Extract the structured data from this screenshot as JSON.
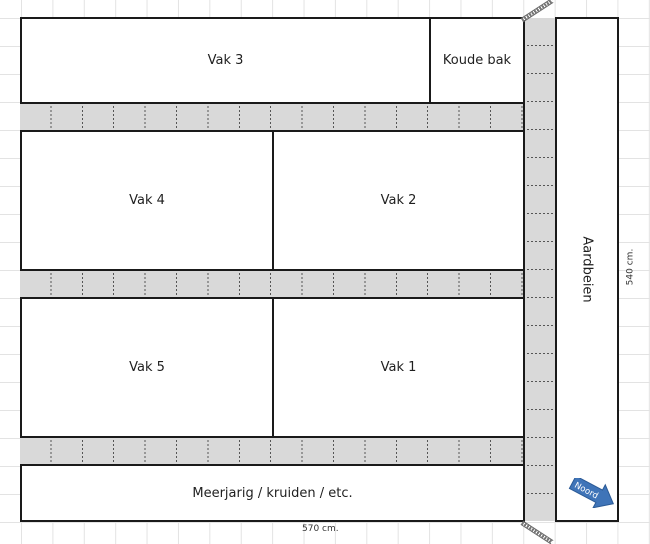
{
  "diagram": {
    "type": "garden-layout",
    "beds": [
      {
        "id": "vak3",
        "label": "Vak 3"
      },
      {
        "id": "koude-bak",
        "label": "Koude bak"
      },
      {
        "id": "vak4",
        "label": "Vak 4"
      },
      {
        "id": "vak2",
        "label": "Vak 2"
      },
      {
        "id": "vak5",
        "label": "Vak 5"
      },
      {
        "id": "vak1",
        "label": "Vak 1"
      },
      {
        "id": "meerjarig",
        "label": "Meerjarig / kruiden / etc."
      },
      {
        "id": "aardbeien",
        "label": "Aardbeien"
      }
    ],
    "dimensions": {
      "width": "570 cm.",
      "height": "540 cm."
    },
    "compass": {
      "label": "Noord",
      "color": "#3f74b8"
    },
    "colors": {
      "path": "#d9d9d9",
      "bed": "#ffffff",
      "border": "#1a1a1a",
      "grid": "#e3e3e3"
    }
  }
}
